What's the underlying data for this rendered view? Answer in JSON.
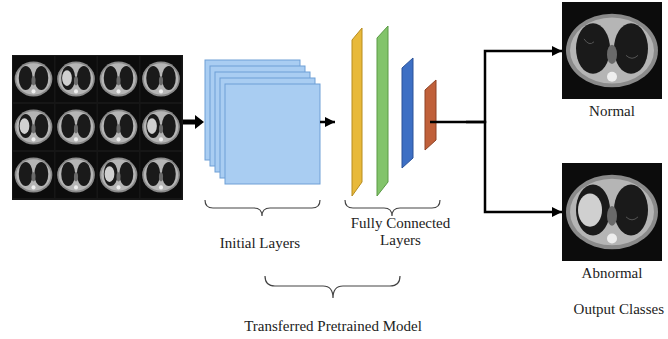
{
  "diagram": {
    "nodes": [
      {
        "text": [
          "Initial Layers"
        ]
      },
      {
        "text": [
          "Fully Connected Layers"
        ]
      },
      {
        "text": [
          "Normal"
        ]
      },
      {
        "text": [
          "Abnormal"
        ]
      }
    ],
    "edges": [
      {
        "from": 0,
        "to": 1,
        "arrow": "to"
      },
      {
        "from": 1,
        "to": 2,
        "arrow": "to"
      },
      {
        "from": 1,
        "to": 3,
        "arrow": "to"
      }
    ],
    "labels": [
      "Transferred Pretrained Model",
      "Output Classes"
    ]
  }
}
